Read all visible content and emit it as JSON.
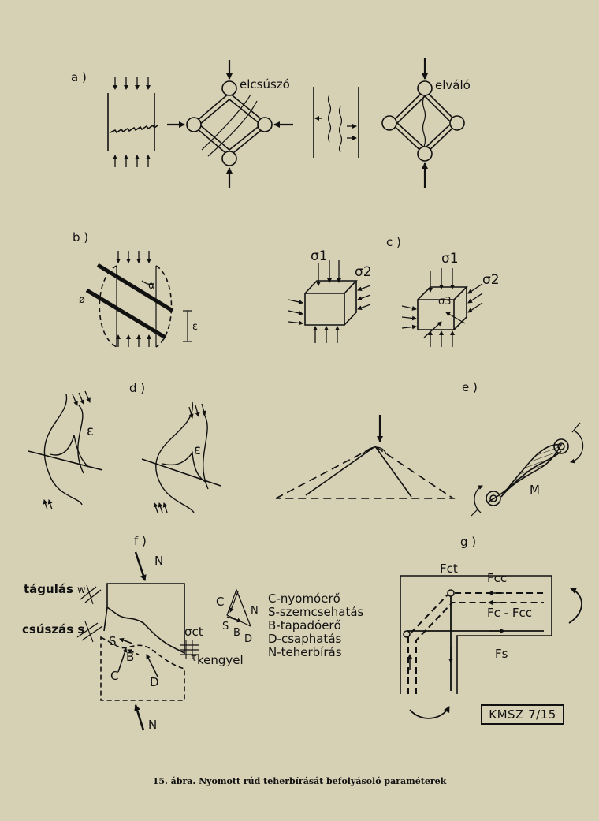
{
  "figure": {
    "caption": "15. ábra. Nyomott rúd teherbírását befolyásoló paraméterek",
    "stamp": "KMSZ 7/15"
  },
  "panels": {
    "a": {
      "label": "a )",
      "slip": "elcsúszó",
      "split": "elváló"
    },
    "b": {
      "label": "b )",
      "alpha": "α",
      "phi": "ø",
      "eps": "ε"
    },
    "c": {
      "label": "c )",
      "s1": "σ1",
      "s2": "σ2",
      "s1b": "σ1",
      "s2b": "σ2",
      "s3": "σ3"
    },
    "d": {
      "label": "d )",
      "eps1": "ε",
      "eps2": "ε"
    },
    "e": {
      "label": "e )",
      "moment": "M"
    },
    "f": {
      "label": "f )",
      "N_top": "N",
      "N_bottom": "N",
      "expansion": "tágulás",
      "w": "w",
      "sliding": "csúszás s",
      "S": "S",
      "B": "B",
      "C": "C",
      "D": "D",
      "sigma_ct": "σct",
      "tau_stirrup": "τ",
      "stirrup": "kengyel",
      "tri_C": "C",
      "tri_N": "N",
      "tri_S": "S",
      "tri_B": "B",
      "tri_D": "D",
      "legend": [
        "C-nyomóerő",
        "S-szemcsehatás",
        "B-tapadóerő",
        "D-csaphatás",
        "N-teherbírás"
      ]
    },
    "g": {
      "label": "g )",
      "Fct": "Fct",
      "Fcc": "Fcc",
      "Fc_minus": "Fc - Fcc",
      "Fs": "Fs"
    }
  }
}
